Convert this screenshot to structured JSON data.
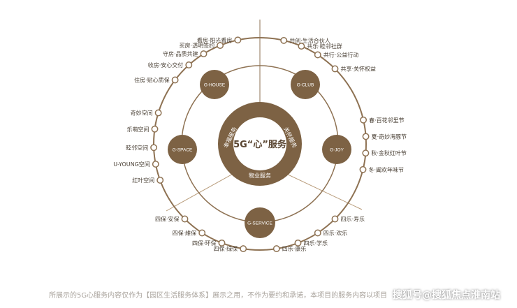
{
  "colors": {
    "accent": "#7d6244",
    "light": "#b79a78",
    "line": "#8e7253",
    "text": "#4a4035",
    "muted": "#a9a39c"
  },
  "center": {
    "title": "5G“心”服务",
    "ring_top_left": "幸福服务",
    "ring_top_right": "关怀服务",
    "ring_bottom": "物业服务"
  },
  "nodes": {
    "house": "G-HOUSE",
    "club": "G-CLUB",
    "space": "G-SPACE",
    "joy": "G-JOY",
    "service": "G-SERVICE"
  },
  "top_left_items": [
    "看房·阳光看房",
    "买房·透明签约",
    "守房·品质共建",
    "收房·安心交付",
    "住房·贴心质保"
  ],
  "top_right_items": [
    "共创·生活合伙人",
    "共乐·睦邻社群",
    "共行·公益行动",
    "共享·关怀权益"
  ],
  "left_items": [
    "奇妙空间",
    "乐萌空间",
    "睦邻空间",
    "U-YOUNG空间",
    "红叶空间"
  ],
  "right_items": [
    "春·百花邻里节",
    "夏·奇妙海豚节",
    "秋·金秋红叶节",
    "冬·阖欢年味节"
  ],
  "bottom_left_items": [
    "四保·安保",
    "四保·維保",
    "四保·环保",
    "四保·绿保"
  ],
  "bottom_right_items": [
    "四乐·寿乐",
    "四乐·欢乐",
    "四乐·学乐",
    "四乐·康乐"
  ],
  "footer": {
    "disclaimer": "所展示的5G心服务内容仅作为【园区生活服务体系】展示之用，不作为要约和承诺，本项目的服务内容以项目",
    "watermark": "搜狐号@搜狐焦点淮南站"
  }
}
